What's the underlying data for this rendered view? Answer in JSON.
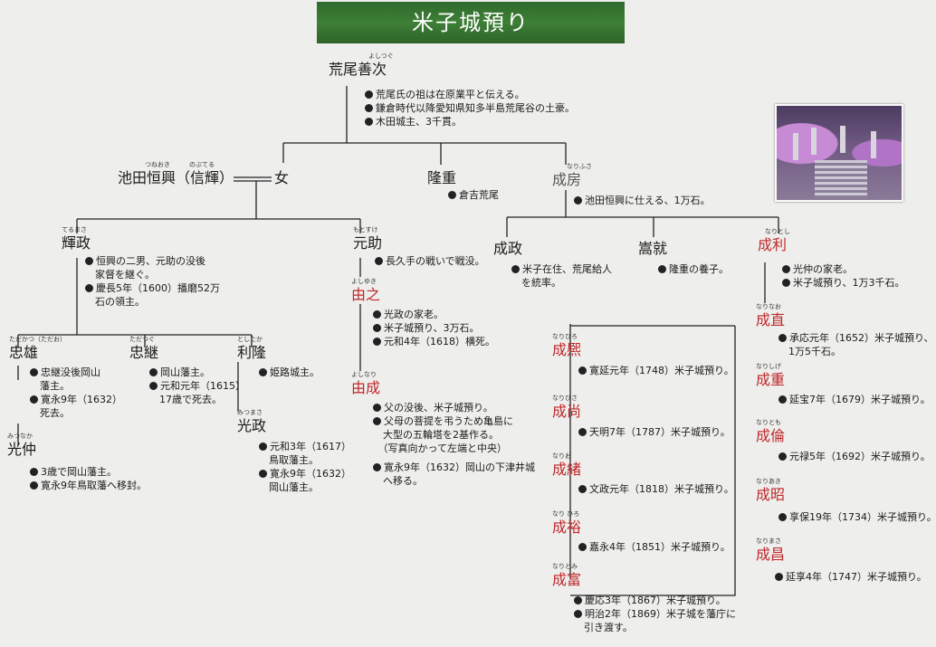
{
  "title": "米子城預り",
  "photo_icon": "stone-lanterns-photo",
  "nodes": {
    "yoshitsugu": {
      "ruby": "よしつぐ",
      "name": "荒尾善次"
    },
    "tsuneoki": {
      "ruby": "つねおき　　　のぶてる",
      "name": "池田恒興（信輝）"
    },
    "onna": {
      "name": "女"
    },
    "takashige": {
      "name": "隆重"
    },
    "narifusa": {
      "ruby": "なりふさ",
      "name": "成房"
    },
    "terumasa": {
      "ruby": "てるまさ",
      "name": "輝政"
    },
    "motosuke": {
      "ruby": "もとすけ",
      "name": "元助"
    },
    "yoshiyuki": {
      "ruby": "よしゆき",
      "name": "由之"
    },
    "yoshinari": {
      "ruby": "よしなり",
      "name": "由成"
    },
    "narimasa": {
      "name": "成政"
    },
    "sukenari": {
      "name": "嵩就"
    },
    "naritoshi": {
      "ruby": "なりとし",
      "name": "成利"
    },
    "tadakatsu": {
      "ruby": "ただかつ（ただお）",
      "name": "忠雄"
    },
    "tadatsugu": {
      "ruby": "ただつぐ",
      "name": "忠継"
    },
    "toshitaka": {
      "ruby": "としたか",
      "name": "利隆"
    },
    "mitsunaka": {
      "ruby": "みつなか",
      "name": "光仲"
    },
    "mitsumasa": {
      "ruby": "みつまさ",
      "name": "光政"
    },
    "narihiro": {
      "ruby": "なりひろ",
      "name": "成熈"
    },
    "narihisa": {
      "ruby": "なりひさ",
      "name": "成尚"
    },
    "nario": {
      "ruby": "なりお",
      "name": "成緒"
    },
    "narihiro2": {
      "ruby": "なり ひろ",
      "name": "成裕"
    },
    "naritomi": {
      "ruby": "なりとみ",
      "name": "成富"
    },
    "narinao": {
      "ruby": "なりなお",
      "name": "成直"
    },
    "narishige": {
      "ruby": "なりしげ",
      "name": "成重"
    },
    "naritomo": {
      "ruby": "なりとも",
      "name": "成倫"
    },
    "nariaki": {
      "ruby": "なりあき",
      "name": "成昭"
    },
    "narimasa2": {
      "ruby": "なりまさ",
      "name": "成昌"
    }
  },
  "notes": {
    "yoshitsugu": [
      "荒尾氏の祖は在原業平と伝える。",
      "鎌倉時代以降愛知県知多半島荒尾谷の土豪。",
      "木田城主、3千貫。"
    ],
    "takashige": [
      "倉吉荒尾"
    ],
    "narifusa": [
      "池田恒興に仕える、1万石。"
    ],
    "terumasa": [
      "恒興の二男、元助の没後",
      "　家督を継ぐ。",
      "慶長5年（1600）播磨52万",
      "　石の領主。"
    ],
    "motosuke": [
      "長久手の戦いで戦没。"
    ],
    "yoshiyuki": [
      "光政の家老。",
      "米子城預り、3万石。",
      "元和4年（1618）横死。"
    ],
    "yoshinari": [
      "父の没後、米子城預り。",
      "父母の菩提を弔うため亀島に",
      "　大型の五輪塔を2基作る。",
      "　（写真向かって左端と中央）",
      "寛永9年（1632）岡山の下津井城",
      "　へ移る。"
    ],
    "narimasa": [
      "米子在住、荒尾給人",
      "　を統率。"
    ],
    "sukenari": [
      "隆重の養子。"
    ],
    "naritoshi": [
      "光仲の家老。",
      "米子城預り、1万3千石。"
    ],
    "tadakatsu": [
      "忠継没後岡山",
      "　藩主。",
      "寛永9年（1632）",
      "　死去。"
    ],
    "tadatsugu": [
      "岡山藩主。",
      "元和元年（1615）",
      "　17歳で死去。"
    ],
    "toshitaka": [
      "姫路城主。"
    ],
    "mitsumasa": [
      "元和3年（1617）",
      "　鳥取藩主。",
      "寛永9年（1632）",
      "　岡山藩主。"
    ],
    "mitsunaka": [
      "3歳で岡山藩主。",
      "寛永9年鳥取藩へ移封。"
    ],
    "narihiro": [
      "寛延元年（1748）米子城預り。"
    ],
    "narihisa": [
      "天明7年（1787）米子城預り。"
    ],
    "nario": [
      "文政元年（1818）米子城預り。"
    ],
    "narihiro2": [
      "嘉永4年（1851）米子城預り。"
    ],
    "naritomi": [
      "慶応3年（1867）米子城預り。",
      "明治2年（1869）米子城を藩庁に",
      "　引き渡す。"
    ],
    "narinao": [
      "承応元年（1652）米子城預り、",
      "　1万5千石。"
    ],
    "narishige": [
      "延宝7年（1679）米子城預り。"
    ],
    "naritomo": [
      "元禄5年（1692）米子城預り。"
    ],
    "nariaki": [
      "享保19年（1734）米子城預り。"
    ],
    "narimasa2": [
      "延享4年（1747）米子城預り。"
    ]
  }
}
